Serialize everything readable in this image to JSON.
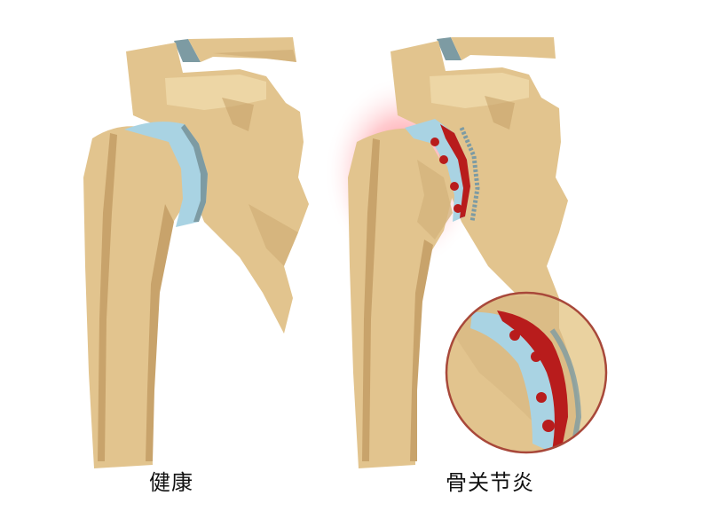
{
  "figure": {
    "left_panel": {
      "caption": "健康",
      "state": "healthy-shoulder-joint"
    },
    "right_panel": {
      "caption": "骨关节炎",
      "state": "osteoarthritic-shoulder-joint",
      "inset": "magnified-damaged-cartilage"
    }
  },
  "colors": {
    "bone": "#e2c48e",
    "bone_shadow": "#c8a36b",
    "bone_highlight": "#f0dcb0",
    "cartilage": "#a9d3e3",
    "cartilage_edge": "#7d9ba3",
    "inflammation": "#ff3b4e",
    "lesion": "#b81c1c",
    "inset_border": "#a8483a"
  }
}
